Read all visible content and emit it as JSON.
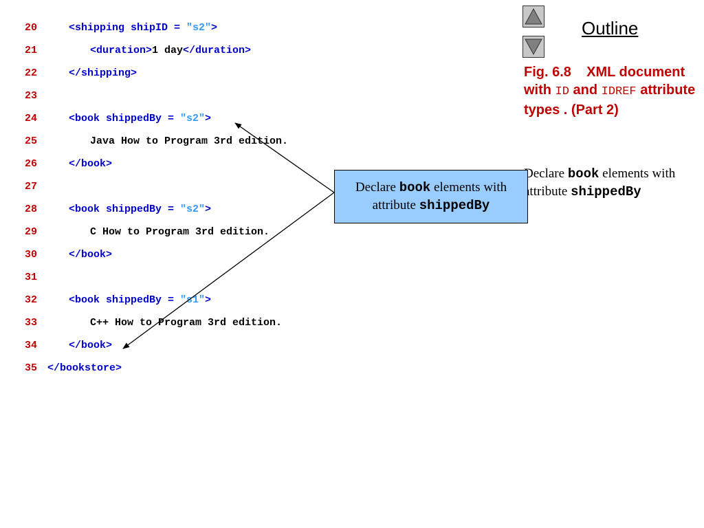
{
  "outline": {
    "title": "Outline",
    "up_icon": "triangle-up-icon",
    "down_icon": "triangle-down-icon"
  },
  "caption": {
    "fig_label": "Fig. 6.8",
    "t1": "XML document with ",
    "code1": "ID",
    "t2": " and ",
    "code2": "IDREF",
    "t3": " attribute types . (Part 2)"
  },
  "note": {
    "t1": "Declare ",
    "code1": "book",
    "t2": " elements with attribute ",
    "code2": "shippedBy"
  },
  "callout": {
    "t1": "Declare ",
    "code1": "book",
    "t2": " elements with attribute ",
    "code2": "shippedBy"
  },
  "colors": {
    "line_number": "#c00000",
    "tag": "#0000cc",
    "value": "#3399ff",
    "callout_bg": "#99ccff",
    "caption": "#c00000"
  },
  "code": [
    {
      "num": "20",
      "parts": [
        [
          "tag",
          "<shipping shipID = "
        ],
        [
          "val",
          "\"s2\""
        ],
        [
          "tag",
          ">"
        ]
      ]
    },
    {
      "num": "21",
      "parts": [
        [
          "tag",
          "<duration>"
        ],
        [
          "txt",
          "1 day"
        ],
        [
          "tag",
          "</duration>"
        ]
      ]
    },
    {
      "num": "22",
      "parts": [
        [
          "tag",
          "</shipping>"
        ]
      ]
    },
    {
      "num": "23",
      "parts": []
    },
    {
      "num": "24",
      "parts": [
        [
          "tag",
          "<book shippedBy = "
        ],
        [
          "val",
          "\"s2\""
        ],
        [
          "tag",
          ">"
        ]
      ]
    },
    {
      "num": "25",
      "parts": [
        [
          "txt",
          "Java How to Program 3rd edition."
        ]
      ]
    },
    {
      "num": "26",
      "parts": [
        [
          "tag",
          "</book>"
        ]
      ]
    },
    {
      "num": "27",
      "parts": []
    },
    {
      "num": "28",
      "parts": [
        [
          "tag",
          "<book shippedBy = "
        ],
        [
          "val",
          "\"s2\""
        ],
        [
          "tag",
          ">"
        ]
      ]
    },
    {
      "num": "29",
      "parts": [
        [
          "txt",
          "C How to Program 3rd edition."
        ]
      ]
    },
    {
      "num": "30",
      "parts": [
        [
          "tag",
          "</book>"
        ]
      ]
    },
    {
      "num": "31",
      "parts": []
    },
    {
      "num": "32",
      "parts": [
        [
          "tag",
          "<book shippedBy = "
        ],
        [
          "val",
          "\"s1\""
        ],
        [
          "tag",
          ">"
        ]
      ]
    },
    {
      "num": "33",
      "parts": [
        [
          "txt",
          "C++ How to Program 3rd edition."
        ]
      ]
    },
    {
      "num": "34",
      "parts": [
        [
          "tag",
          "</book>"
        ]
      ]
    },
    {
      "num": "35",
      "parts": [
        [
          "tag",
          "</bookstore>"
        ]
      ]
    }
  ]
}
